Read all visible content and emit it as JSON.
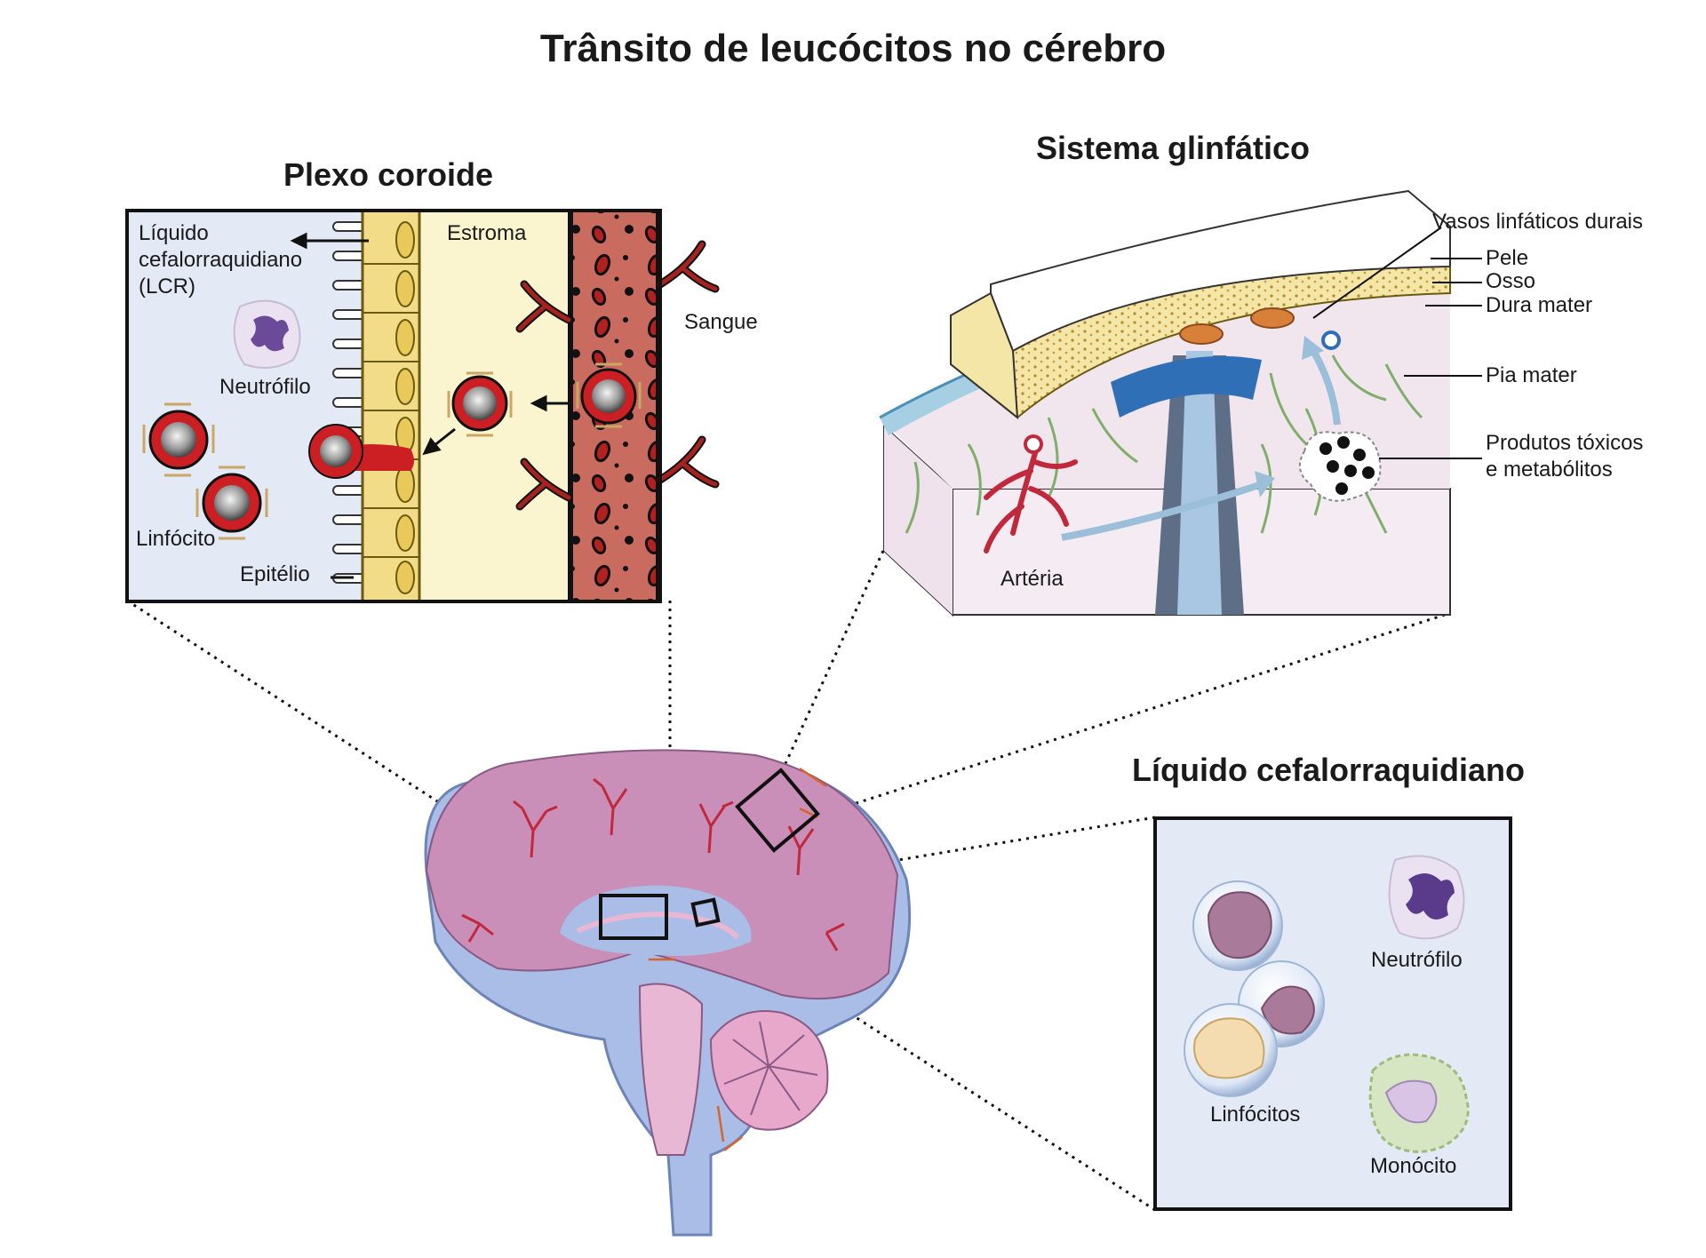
{
  "title": "Trânsito de leucócitos no cérebro",
  "choroid_plexus": {
    "title": "Plexo coroide",
    "csf_label": "Líquido\ncefalorraquidiano\n(LCR)",
    "stroma": "Estroma",
    "blood": "Sangue",
    "neutrophil": "Neutrófilo",
    "lymphocyte": "Linfócito",
    "epithelium": "Epitélio"
  },
  "glymphatic": {
    "title": "Sistema glinfático",
    "dural_lymph": "Vasos linfáticos durais",
    "skin": "Pele",
    "bone": "Osso",
    "dura": "Dura mater",
    "pia": "Pia mater",
    "toxic": "Produtos tóxicos\ne metabólitos",
    "artery": "Artéria"
  },
  "csf_panel": {
    "title": "Líquido cefalorraquidiano",
    "neutrophil": "Neutrófilo",
    "lymphocytes": "Linfócitos",
    "monocyte": "Monócito"
  },
  "colors": {
    "csf_blue": "#e3e8f6",
    "stroma_yellow": "#fbf5cf",
    "epithelium_gold": "#e8c95a",
    "vessel_red": "#c8625a",
    "cell_red": "#cc1f24",
    "brain_pink": "#c98fb8",
    "ventricle_blue": "#8fa9d6"
  }
}
